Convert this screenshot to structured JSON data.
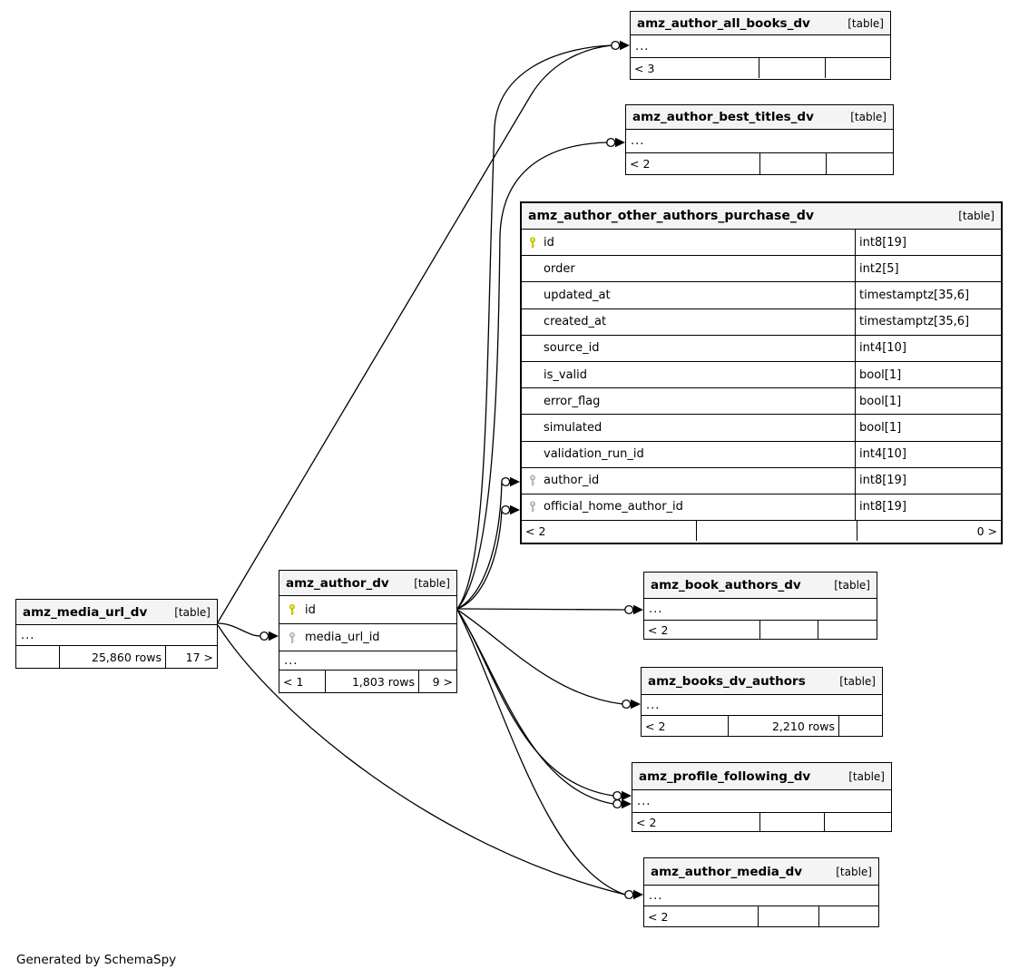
{
  "note": "Generated by SchemaSpy",
  "tables": [
    {
      "name": "amz_author_all_books_dv",
      "tag": "[table]",
      "ellipsis": "...",
      "footer": [
        "< 3",
        "",
        ""
      ]
    },
    {
      "name": "amz_author_best_titles_dv",
      "tag": "[table]",
      "ellipsis": "...",
      "footer": [
        "< 2",
        "",
        ""
      ]
    },
    {
      "name": "amz_author_other_authors_purchase_dv",
      "tag": "[table]",
      "columns": [
        {
          "key": "primary",
          "name": "id",
          "type": "int8[19]"
        },
        {
          "key": "",
          "name": "order",
          "type": "int2[5]"
        },
        {
          "key": "",
          "name": "updated_at",
          "type": "timestamptz[35,6]"
        },
        {
          "key": "",
          "name": "created_at",
          "type": "timestamptz[35,6]"
        },
        {
          "key": "",
          "name": "source_id",
          "type": "int4[10]"
        },
        {
          "key": "",
          "name": "is_valid",
          "type": "bool[1]"
        },
        {
          "key": "",
          "name": "error_flag",
          "type": "bool[1]"
        },
        {
          "key": "",
          "name": "simulated",
          "type": "bool[1]"
        },
        {
          "key": "",
          "name": "validation_run_id",
          "type": "int4[10]"
        },
        {
          "key": "foreign",
          "name": "author_id",
          "type": "int8[19]"
        },
        {
          "key": "foreign",
          "name": "official_home_author_id",
          "type": "int8[19]"
        }
      ],
      "footer": [
        "< 2",
        "",
        "0 >"
      ]
    },
    {
      "name": "amz_author_dv",
      "tag": "[table]",
      "ellipsis": "...",
      "columns": [
        {
          "key": "primary",
          "name": "id"
        },
        {
          "key": "foreign",
          "name": "media_url_id"
        }
      ],
      "footer": [
        "< 1",
        "1,803 rows",
        "9 >"
      ]
    },
    {
      "name": "amz_media_url_dv",
      "tag": "[table]",
      "ellipsis": "...",
      "footer": [
        "",
        "25,860 rows",
        "17 >"
      ]
    },
    {
      "name": "amz_book_authors_dv",
      "tag": "[table]",
      "ellipsis": "...",
      "footer": [
        "< 2",
        "",
        ""
      ]
    },
    {
      "name": "amz_books_dv_authors",
      "tag": "[table]",
      "ellipsis": "...",
      "footer": [
        "< 2",
        "2,210 rows",
        ""
      ]
    },
    {
      "name": "amz_profile_following_dv",
      "tag": "[table]",
      "ellipsis": "...",
      "footer": [
        "< 2",
        "",
        ""
      ]
    },
    {
      "name": "amz_author_media_dv",
      "tag": "[table]",
      "ellipsis": "...",
      "footer": [
        "< 2",
        "",
        ""
      ]
    }
  ]
}
